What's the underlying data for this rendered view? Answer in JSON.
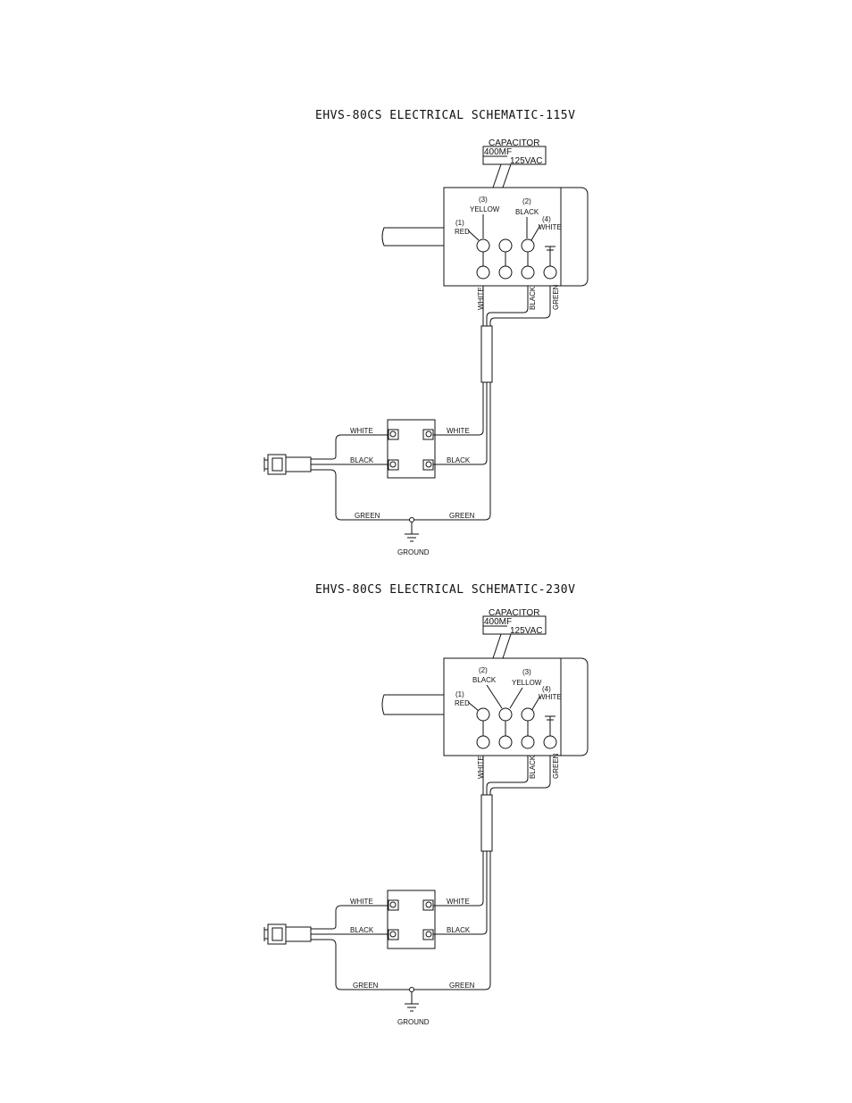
{
  "diagrams": [
    {
      "title": "EHVS-80CS ELECTRICAL SCHEMATIC-115V",
      "capacitor": {
        "label": "CAPACITOR",
        "rating1": "400MF",
        "rating2": "125VAC"
      },
      "terminals": {
        "t1": {
          "num": "(1)",
          "color": "RED"
        },
        "t2": {
          "num": "(2)",
          "color": "BLACK"
        },
        "t3": {
          "num": "(3)",
          "color": "YELLOW"
        },
        "t4": {
          "num": "(4)",
          "color": "WHITE"
        }
      },
      "leads": {
        "white": "WHITE",
        "black": "BLACK",
        "green": "GREEN"
      },
      "switch_wires": {
        "white_left": "WHITE",
        "white_right": "WHITE",
        "black_left": "BLACK",
        "black_right": "BLACK",
        "green_left": "GREEN",
        "green_right": "GREEN"
      },
      "ground": "GROUND"
    },
    {
      "title": "EHVS-80CS ELECTRICAL SCHEMATIC-230V",
      "capacitor": {
        "label": "CAPACITOR",
        "rating1": "400MF",
        "rating2": "125VAC"
      },
      "terminals": {
        "t1": {
          "num": "(1)",
          "color": "RED"
        },
        "t2": {
          "num": "(2)",
          "color": "BLACK"
        },
        "t3": {
          "num": "(3)",
          "color": "YELLOW"
        },
        "t4": {
          "num": "(4)",
          "color": "WHITE"
        }
      },
      "leads": {
        "white": "WHITE",
        "black": "BLACK",
        "green": "GREEN"
      },
      "switch_wires": {
        "white_left": "WHITE",
        "white_right": "WHITE",
        "black_left": "BLACK",
        "black_right": "BLACK",
        "green_left": "GREEN",
        "green_right": "GREEN"
      },
      "ground": "GROUND"
    }
  ]
}
